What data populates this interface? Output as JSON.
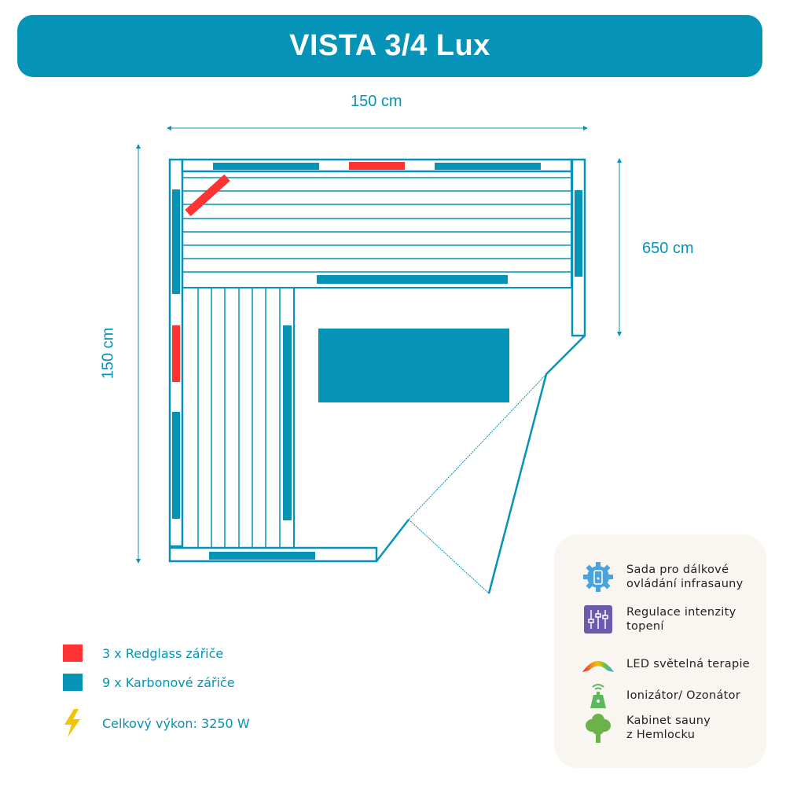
{
  "title": "VISTA 3/4 Lux",
  "dimensions": {
    "top": "150 cm",
    "left": "150 cm",
    "right": "650 cm"
  },
  "colors": {
    "accent": "#0593b8",
    "redglass": "#ff3333",
    "panel_bg": "#f9f6f1"
  },
  "legend": [
    {
      "icon": "red-square",
      "label": "3 x Redglass zářiče"
    },
    {
      "icon": "blue-square",
      "label": "9 x Karbonové zářiče"
    },
    {
      "icon": "lightning-icon",
      "label": "Celkový výkon: 3250 W"
    }
  ],
  "features": [
    {
      "icon": "remote-gear-icon",
      "line1": "Sada pro dálkové",
      "line2": "ovládání infrasauny"
    },
    {
      "icon": "sliders-icon",
      "line1": "Regulace intenzity",
      "line2": "topení"
    },
    {
      "icon": "rainbow-icon",
      "line1": "LED světelná terapie",
      "line2": ""
    },
    {
      "icon": "ionizer-icon",
      "line1": "Ionizátor/ Ozonátor",
      "line2": ""
    },
    {
      "icon": "tree-icon",
      "line1": "Kabinet sauny",
      "line2": "z Hemlocku"
    }
  ]
}
